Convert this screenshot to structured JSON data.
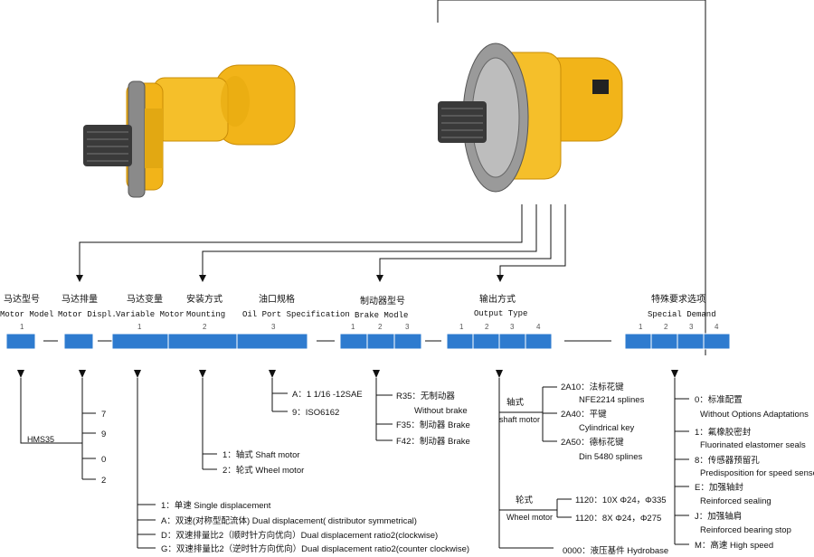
{
  "colors": {
    "box_fill": "#2e7bcf",
    "motor_body": "#f2b419",
    "flange": "#8a8a8a"
  },
  "fields": [
    {
      "id": "model",
      "zh": "马达型号",
      "en": "Motor Model",
      "slots": [
        "1"
      ]
    },
    {
      "id": "displ",
      "zh": "马达排量",
      "en": "Motor Displ.",
      "slots": []
    },
    {
      "id": "variable",
      "zh": "马达变量",
      "en": "Variable Motor",
      "slots": [
        "1"
      ]
    },
    {
      "id": "mounting",
      "zh": "安装方式",
      "en": "Mounting",
      "slots": [
        "2"
      ]
    },
    {
      "id": "oilport",
      "zh": "油口规格",
      "en": "Oil Port Specification",
      "slots": [
        "3"
      ]
    },
    {
      "id": "brake",
      "zh": "制动器型号",
      "en": "Brake Modle",
      "slots": [
        "1",
        "2",
        "3"
      ]
    },
    {
      "id": "output",
      "zh": "输出方式",
      "en": "Output Type",
      "slots": [
        "1",
        "2",
        "3",
        "4"
      ]
    },
    {
      "id": "special",
      "zh": "特殊要求选项",
      "en": "Special Demand",
      "slots": [
        "1",
        "2",
        "3",
        "4"
      ]
    }
  ],
  "model_option": "HMS35",
  "displacement_options": [
    "7",
    "9",
    "0",
    "2"
  ],
  "variable_options": [
    "1：单速 Single displacement",
    "A：双速(对称型配流体) Dual displacement( distributor symmetrical)",
    "D：双速排量比2（顺时针方向优向）Dual displacement ratio2(clockwise)",
    "G：双速排量比2（逆时针方向优向）Dual displacement ratio2(counter clockwise)"
  ],
  "mounting_options": [
    "1：轴式 Shaft motor",
    "2：轮式 Wheel motor"
  ],
  "oilport_options": [
    "A：1 1/16 -12SAE",
    "9：ISO6162"
  ],
  "brake_options": [
    {
      "code": "R35：无制动器",
      "en": "Without brake"
    },
    {
      "code": "F35：制动器 Brake",
      "en": ""
    },
    {
      "code": "F42：制动器 Brake",
      "en": ""
    }
  ],
  "output_groups": {
    "shaft_zh": "轴式",
    "shaft_en": "shaft motor",
    "shaft_options": [
      {
        "code": "2A10：法标花键",
        "en": "NFE2214 splines"
      },
      {
        "code": "2A40：平键",
        "en": "Cylindrical key"
      },
      {
        "code": "2A50：德标花键",
        "en": "Din 5480 splines"
      }
    ],
    "wheel_zh": "轮式",
    "wheel_en": "Wheel motor",
    "wheel_options": [
      "1120：10X Φ24，Φ335",
      "1120：8X Φ24，Φ275"
    ],
    "base_option": "0000：液压基件 Hydrobase"
  },
  "special_options": [
    {
      "code": "0：标准配置",
      "en": "Without Options Adaptations"
    },
    {
      "code": "1：氟橡胶密封",
      "en": "Fluorinated elastomer seals"
    },
    {
      "code": "8：传感器预留孔",
      "en": "Predisposition for speed sensor"
    },
    {
      "code": "E：加强轴封",
      "en": "Reinforced sealing"
    },
    {
      "code": "J：加强轴肩",
      "en": "Reinforced bearing stop"
    },
    {
      "code": "M：高速 High speed",
      "en": ""
    }
  ]
}
